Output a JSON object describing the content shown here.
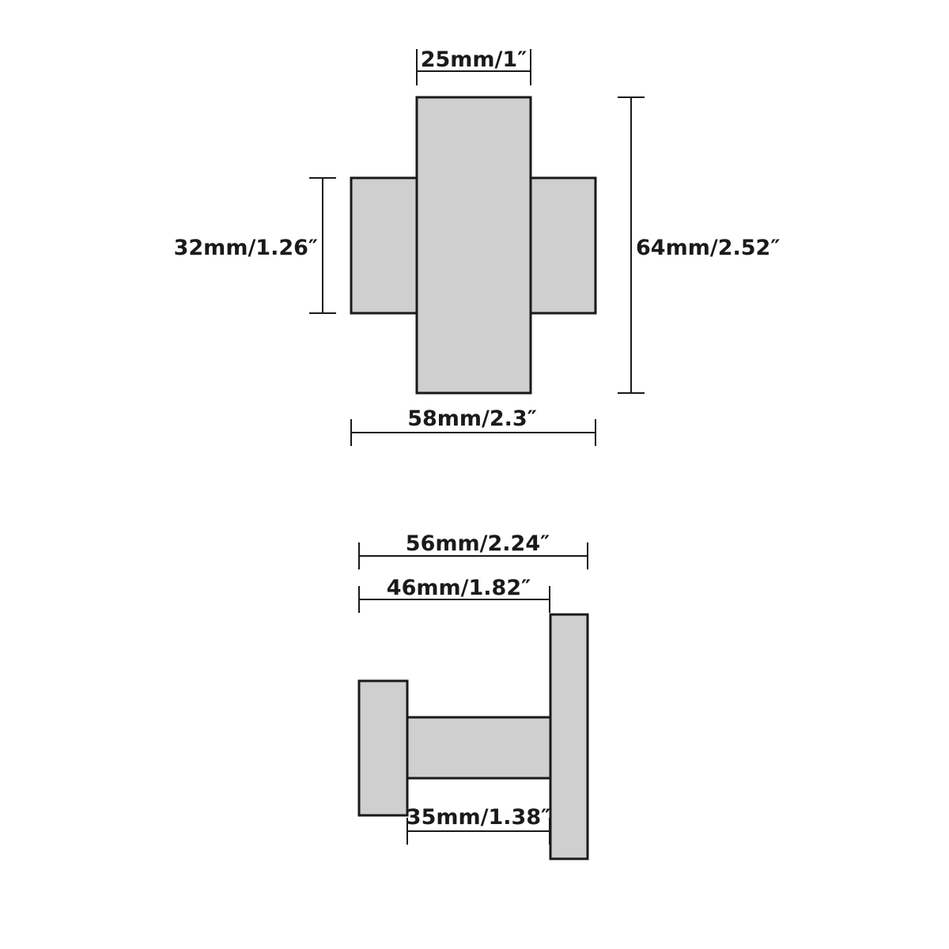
{
  "front_view": {
    "top_width_label": "25mm/1″",
    "side_height_label": "32mm/1.26″",
    "total_height_label": "64mm/2.52″",
    "total_width_label": "58mm/2.3″"
  },
  "side_view": {
    "total_depth_label": "56mm/2.24″",
    "projection_label": "46mm/1.82″",
    "stem_length_label": "35mm/1.38″"
  },
  "colors": {
    "part_fill": "#cfcfcf",
    "line": "#1a1a1a",
    "background": "#ffffff"
  }
}
